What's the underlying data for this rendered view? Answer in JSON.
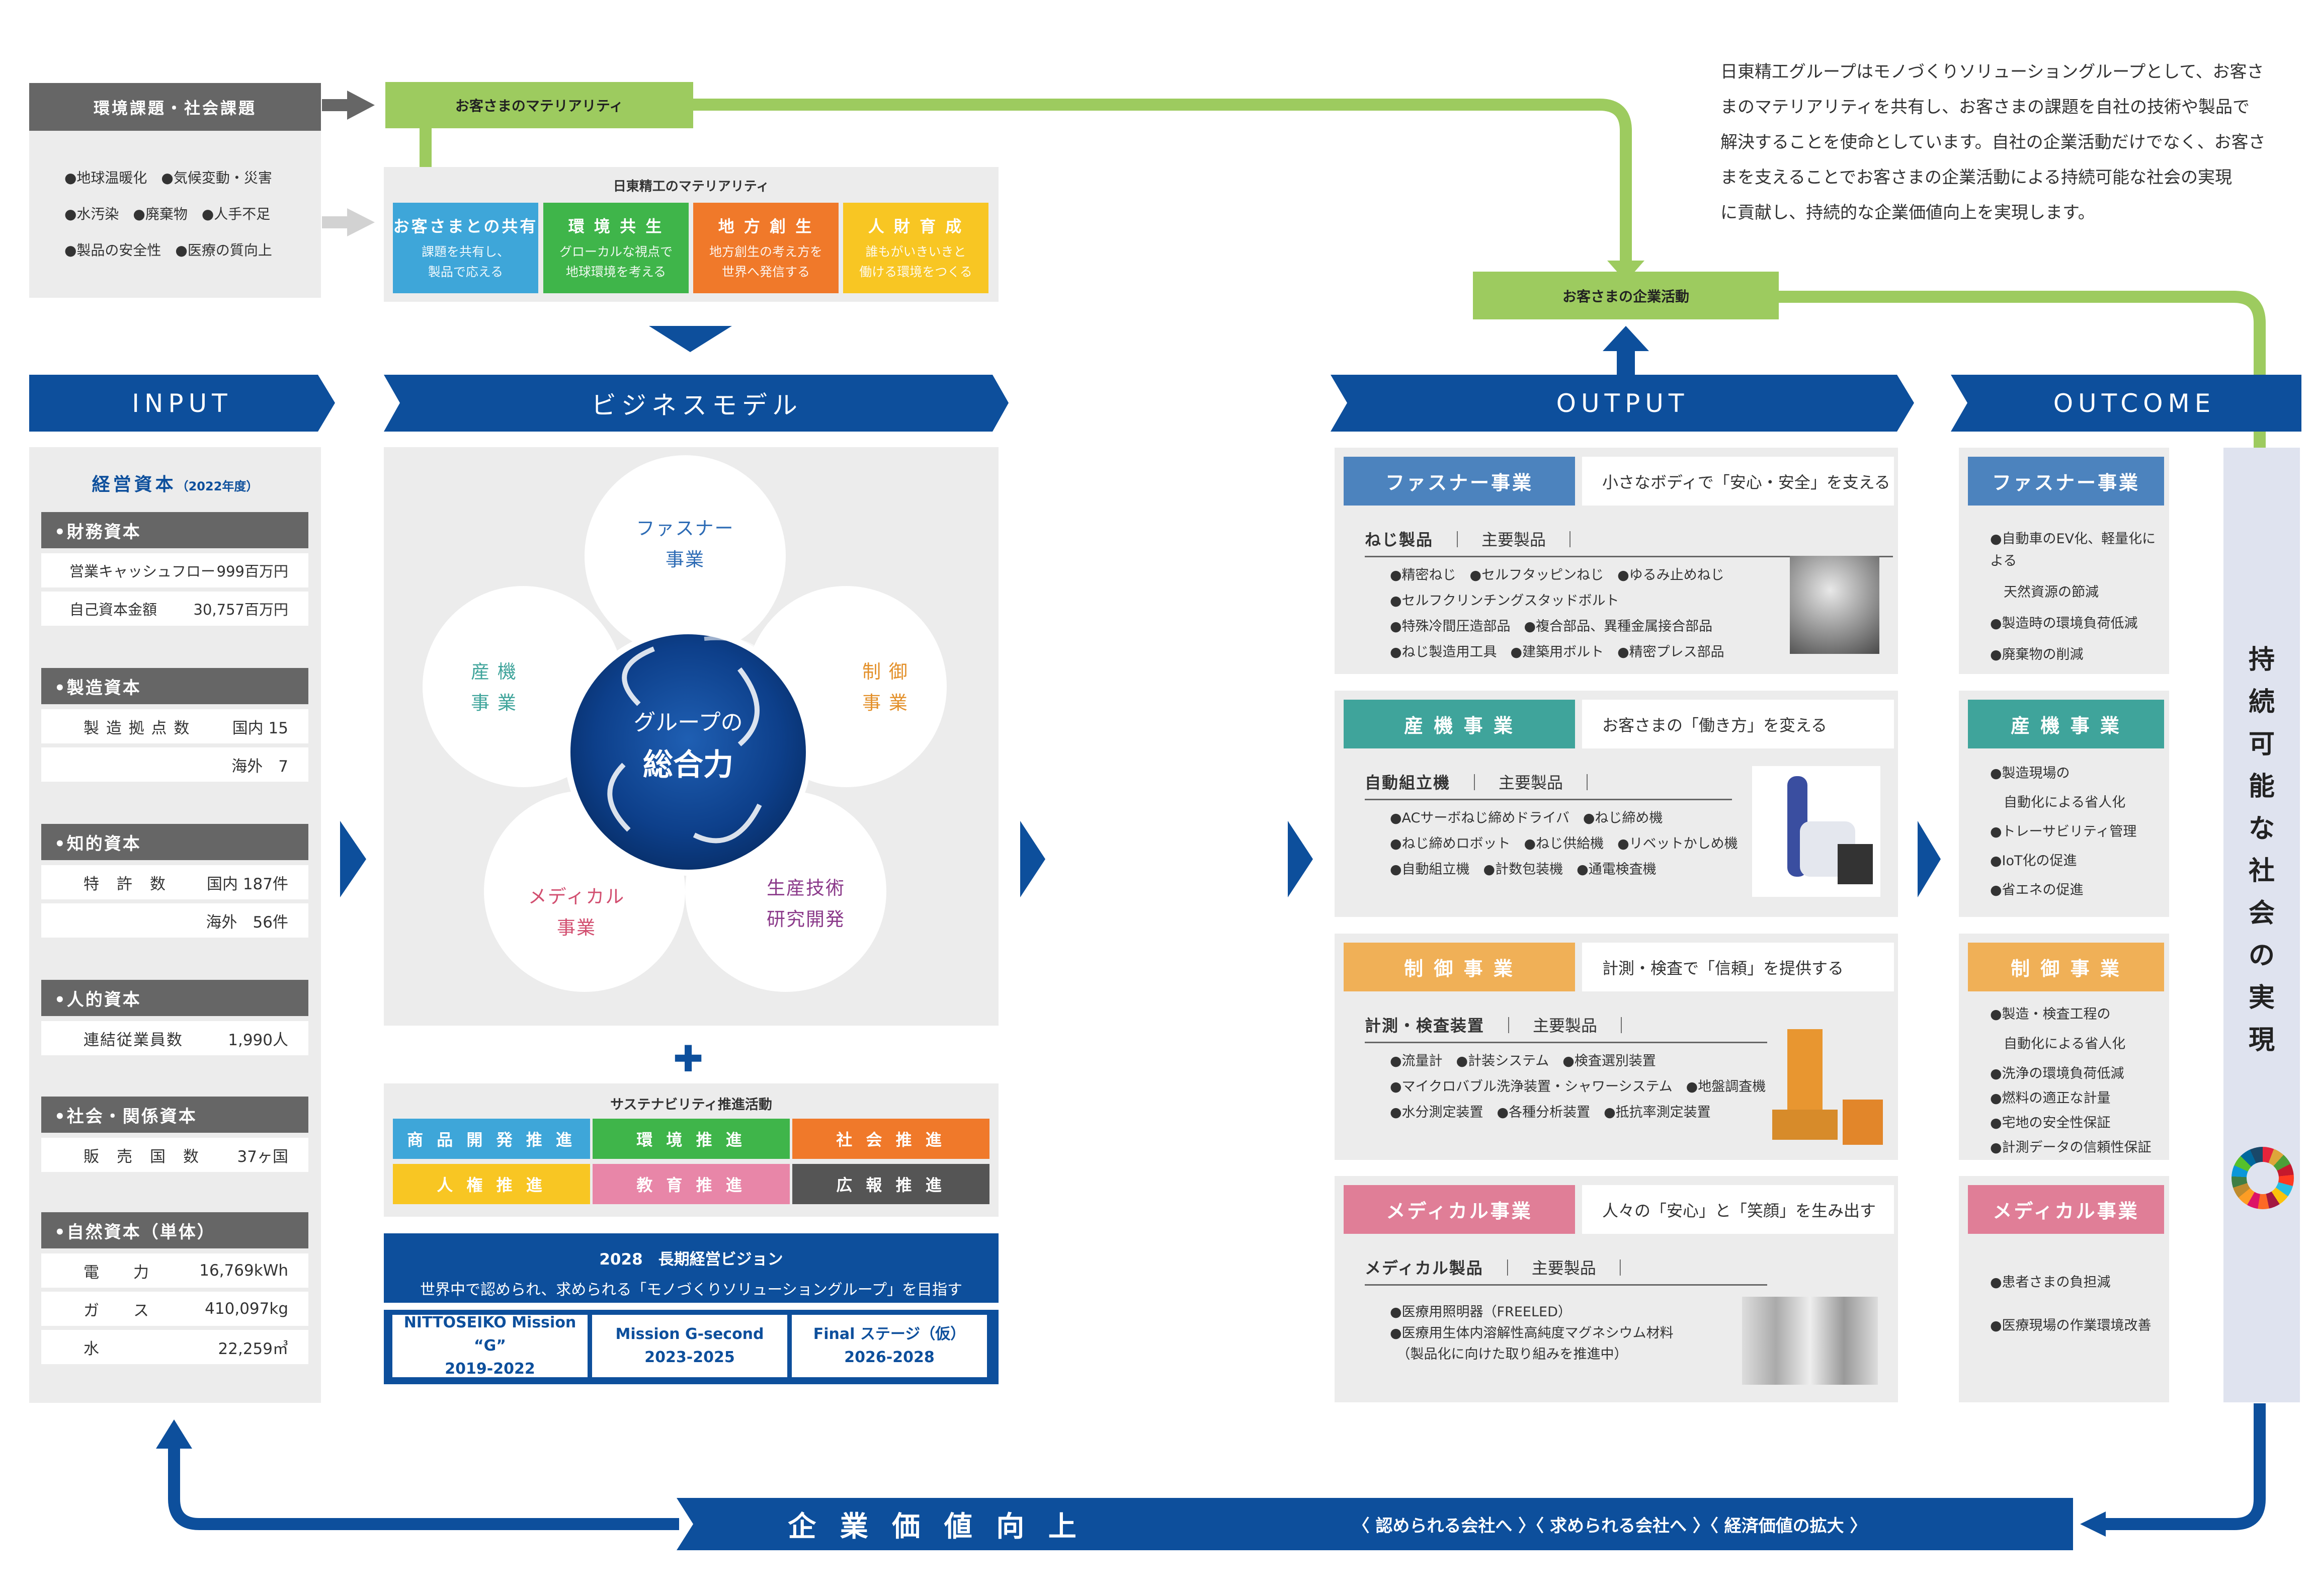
{
  "colors": {
    "navy": "#0d4f9c",
    "green": "#9dcb5f",
    "gray": "#666666",
    "lightgray": "#ececec",
    "blue": "#3ea6d9",
    "envgreen": "#3fb54a",
    "orange": "#f0792a",
    "yellow": "#f8c623",
    "pink": "#e886a8",
    "darkgray": "#555555",
    "fastener": "#4c83be",
    "sanki": "#3fa49b",
    "seigyo": "#f0b057",
    "medical": "#e07e97"
  },
  "top": {
    "social_header": "環境課題・社会課題",
    "social_items": [
      "●地球温暖化　●気候変動・災害",
      "●水汚染　●廃棄物　●人手不足",
      "●製品の安全性　●医療の質向上"
    ],
    "customer_materiality": "お客さまのマテリアリティ",
    "nitto_materiality": "日東精工のマテリアリティ",
    "materialities": [
      {
        "title": "お客さまとの共有",
        "desc1": "課題を共有し、",
        "desc2": "製品で応える"
      },
      {
        "title": "環 境 共 生",
        "desc1": "グローカルな視点で",
        "desc2": "地球環境を考える"
      },
      {
        "title": "地 方 創 生",
        "desc1": "地方創生の考え方を",
        "desc2": "世界へ発信する"
      },
      {
        "title": "人 財 育 成",
        "desc1": "誰もがいきいきと",
        "desc2": "働ける環境をつくる"
      }
    ],
    "description": [
      "日東精工グループはモノづくりソリューショングループとして、お客さ",
      "まのマテリアリティを共有し、お客さまの課題を自社の技術や製品で",
      "解決することを使命としています。自社の企業活動だけでなく、お客さ",
      "まを支えることでお客さまの企業活動による持続可能な社会の実現",
      "に貢献し、持続的な企業価値向上を実現します。"
    ],
    "customer_activity": "お客さまの企業活動"
  },
  "headers": {
    "input": "INPUT",
    "business": "ビジネスモデル",
    "output": "OUTPUT",
    "outcome": "OUTCOME"
  },
  "input": {
    "title": "経営資本",
    "year": "（2022年度）",
    "groups": [
      {
        "head": "•財務資本",
        "rows": [
          [
            "営業キャッシュフロー",
            "999百万円"
          ],
          [
            "自己資本金額",
            "30,757百万円"
          ]
        ]
      },
      {
        "head": "•製造資本",
        "rows": [
          [
            "製 造 拠 点 数",
            "国内 15"
          ],
          [
            "",
            "海外　7"
          ]
        ]
      },
      {
        "head": "•知的資本",
        "rows": [
          [
            "特　許　数",
            "国内 187件"
          ],
          [
            "",
            "海外　56件"
          ]
        ]
      },
      {
        "head": "•人的資本",
        "rows": [
          [
            "連結従業員数",
            "1,990人"
          ]
        ]
      },
      {
        "head": "•社会・関係資本",
        "rows": [
          [
            "販　売　国　数",
            "37ヶ国"
          ]
        ]
      },
      {
        "head": "•自然資本（単体）",
        "rows": [
          [
            "電　　力",
            "16,769kWh"
          ],
          [
            "ガ　　ス",
            "410,097kg"
          ],
          [
            "水",
            "22,259㎥"
          ]
        ]
      }
    ]
  },
  "business": {
    "center1": "グループの",
    "center2": "総合力",
    "petals": [
      {
        "l1": "ファスナー",
        "l2": "事業"
      },
      {
        "l1": "制 御",
        "l2": "事 業"
      },
      {
        "l1": "生産技術",
        "l2": "研究開発"
      },
      {
        "l1": "メディカル",
        "l2": "事業"
      },
      {
        "l1": "産 機",
        "l2": "事 業"
      }
    ],
    "plus": "✚",
    "sustain_title": "サステナビリティ推進活動",
    "sustain": [
      "商 品 開 発 推 進",
      "環 境 推 進",
      "社 会 推 進",
      "人 権 推 進",
      "教 育 推 進",
      "広 報 推 進"
    ],
    "vision_title": "2028　長期経営ビジョン",
    "vision_sub": "世界中で認められ、求められる「モノづくりソリューショングループ」を目指す",
    "missions": [
      [
        "NITTOSEIKO Mission “G”",
        "2019-2022"
      ],
      [
        "Mission G-second",
        "2023-2025"
      ],
      [
        "Final ステージ（仮）",
        "2026-2028"
      ]
    ]
  },
  "output": [
    {
      "title": "ファスナー事業",
      "catch": "小さなボディで「安心・安全」を支える",
      "product": "ねじ製品",
      "main": "主要製品",
      "items": "●精密ねじ　●セルフタッピンねじ　●ゆるみ止めねじ\n●セルフクリンチングスタッドボルト\n●特殊冷間圧造部品　●複合部品、異種金属接合部品\n●ねじ製造用工具　●建築用ボルト　●精密プレス部品"
    },
    {
      "title": "産 機 事 業",
      "catch": "お客さまの「働き方」を変える",
      "product": "自動組立機",
      "main": "主要製品",
      "items": "●ACサーボねじ締めドライバ　●ねじ締め機\n●ねじ締めロボット　●ねじ供給機　●リベットかしめ機\n●自動組立機　●計数包装機　●通電検査機"
    },
    {
      "title": "制 御 事 業",
      "catch": "計測・検査で「信頼」を提供する",
      "product": "計測・検査装置",
      "main": "主要製品",
      "items": "●流量計　●計装システム　●検査選別装置\n●マイクロバブル洗浄装置・シャワーシステム　●地盤調査機\n●水分測定装置　●各種分析装置　●抵抗率測定装置"
    },
    {
      "title": "メディカル事業",
      "catch": "人々の「安心」と「笑顔」を生み出す",
      "product": "メディカル製品",
      "main": "主要製品",
      "items": "●医療用照明器（FREELED）\n●医療用生体内溶解性高純度マグネシウム材料\n　（製品化に向けた取り組みを推進中）"
    }
  ],
  "outcome": [
    {
      "title": "ファスナー事業",
      "items": [
        "●自動車のEV化、軽量化による",
        "　天然資源の節減",
        "●製造時の環境負荷低減",
        "●廃棄物の削減"
      ]
    },
    {
      "title": "産 機 事 業",
      "items": [
        "●製造現場の",
        "　自動化による省人化",
        "●トレーサビリティ管理",
        "●IoT化の促進",
        "●省エネの促進"
      ]
    },
    {
      "title": "制 御 事 業",
      "items": [
        "●製造・検査工程の",
        "　自動化による省人化",
        "●洗浄の環境負荷低減",
        "●燃料の適正な計量",
        "●宅地の安全性保証",
        "●計測データの信頼性保証"
      ]
    },
    {
      "title": "メディカル事業",
      "items": [
        "●患者さまの負担減",
        "●医療現場の作業環境改善"
      ]
    }
  ],
  "sustainable": [
    "持",
    "続",
    "可",
    "能",
    "な",
    "社",
    "会",
    "の",
    "実",
    "現"
  ],
  "bottom": {
    "title": "企 業 価 値 向 上",
    "sub": "〈 認められる会社へ 〉〈 求められる会社へ 〉〈 経済価値の拡大 〉"
  }
}
